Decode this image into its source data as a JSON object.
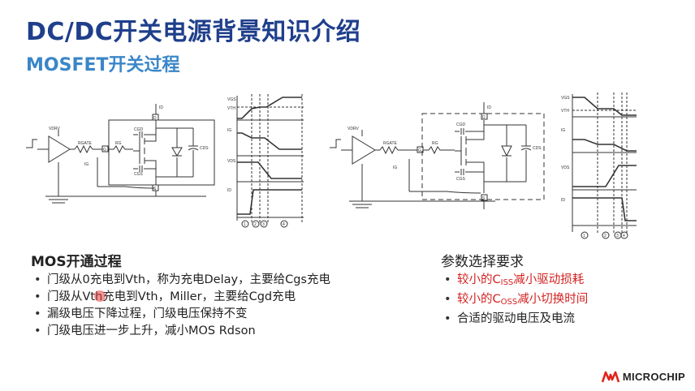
{
  "title": "DC/DC开关电源背景知识介绍",
  "subtitle": "MOSFET开关过程",
  "left": {
    "heading": "MOS开通过程",
    "items": [
      "门级从0充电到Vth，称为充电Delay，主要给Cgs充电",
      "门级从Vth充电到Vth，Miller，主要给Cgd充电",
      "漏级电压下降过程，门级电压保持不变",
      "门级电压进一步上升，减小MOS Rdson"
    ]
  },
  "right": {
    "heading": "参数选择要求",
    "item1_pre": "较小的C",
    "item1_sub": "ISS",
    "item1_post": "减小驱动损耗",
    "item2_pre": "较小的C",
    "item2_sub": "OSS",
    "item2_post": "减小切换时间",
    "item3": "合适的驱动电压及电流"
  },
  "logo": {
    "text": "MICROCHIP"
  },
  "colors": {
    "title": "#1f3f8c",
    "subtitle": "#3a86c8",
    "emphasis": "#d42020",
    "logo": "#e2231a"
  },
  "diagram_labels": {
    "vdrv": "VDRV",
    "rgate": "RGATE",
    "rg": "RG",
    "ig": "IG",
    "id": "ID",
    "cgd": "CGD",
    "cgs": "CGS",
    "cds": "CDS",
    "d": "D",
    "g": "G",
    "s": "S",
    "vgs": "VGS",
    "vth": "VTH",
    "vds": "VDS",
    "wave_id": "ID",
    "p1": "1",
    "p2": "2",
    "p3": "3",
    "p4": "4"
  }
}
